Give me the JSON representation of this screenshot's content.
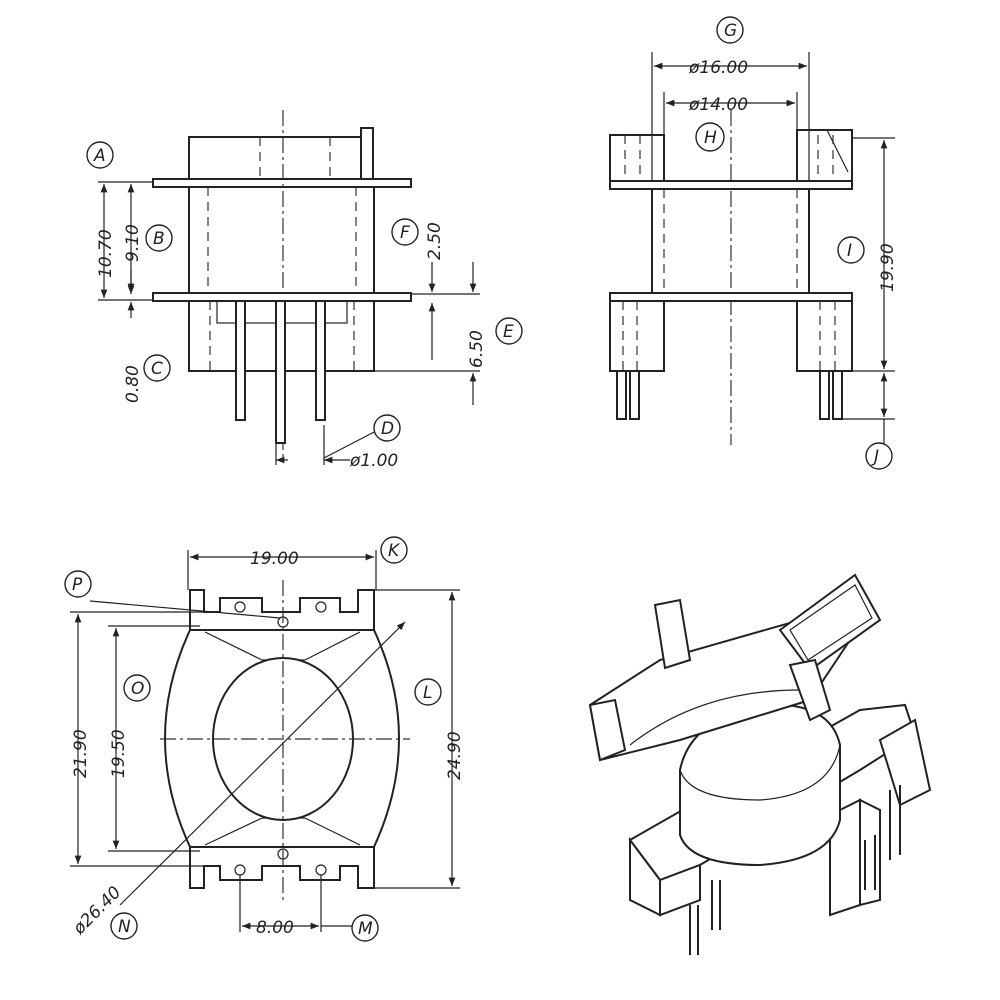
{
  "front_view": {
    "dims": {
      "d10_70": "10.70",
      "d9_10": "9.10",
      "d0_80": "0.80",
      "d2_50": "2.50",
      "d6_50": "6.50",
      "d1_00": "ø1.00"
    },
    "callouts": {
      "A": "A",
      "B": "B",
      "C": "C",
      "D": "D",
      "E": "E",
      "F": "F"
    }
  },
  "side_view": {
    "dims": {
      "d16_00": "ø16.00",
      "d14_00": "ø14.00",
      "d19_90": "19.90"
    },
    "callouts": {
      "G": "G",
      "H": "H",
      "I": "I",
      "J": "J"
    }
  },
  "top_view": {
    "dims": {
      "d19_00": "19.00",
      "d21_90": "21.90",
      "d19_50": "19.50",
      "d24_90": "24.90",
      "d26_40": "ø26.40",
      "d8_00": "8.00"
    },
    "callouts": {
      "K": "K",
      "L": "L",
      "M": "M",
      "N": "N",
      "O": "O",
      "P": "P"
    }
  },
  "colors": {
    "line": "#222222",
    "background": "#ffffff"
  }
}
